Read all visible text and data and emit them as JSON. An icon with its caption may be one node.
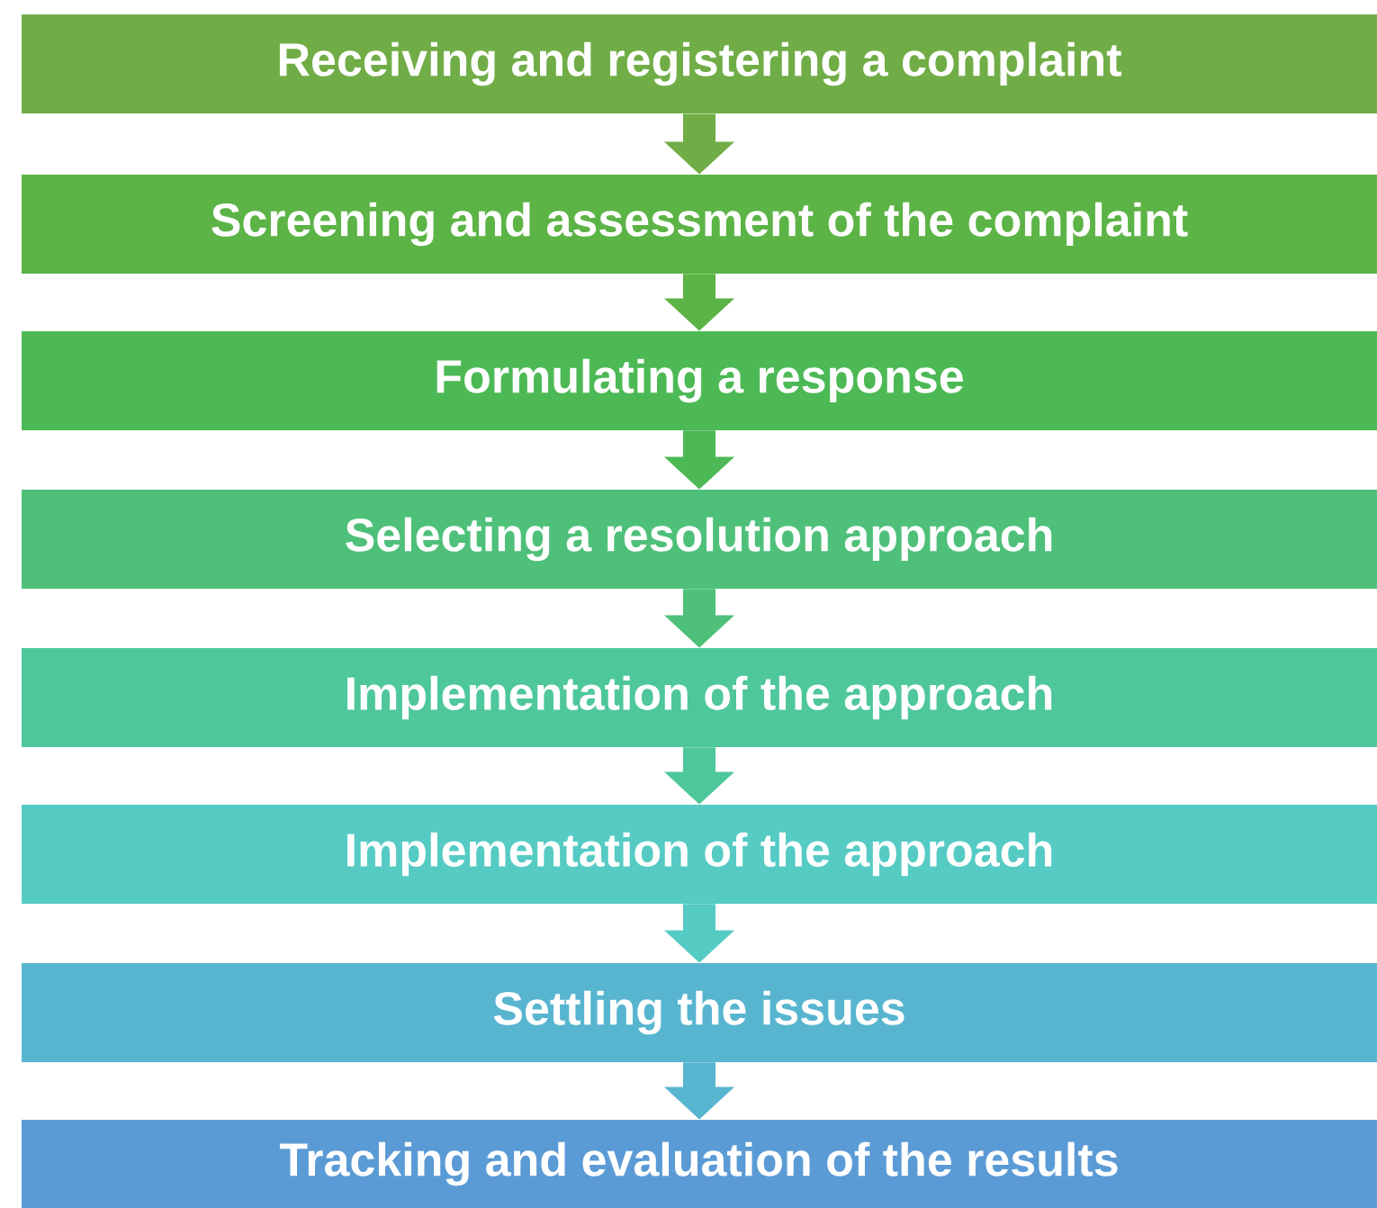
{
  "diagram": {
    "nodes": [
      {
        "text": [
          "Receiving and registering a complaint"
        ]
      },
      {
        "text": [
          "Screening and assessment of  the complaint"
        ]
      },
      {
        "text": [
          "Formulating a response"
        ]
      },
      {
        "text": [
          "Selecting a resolution approach"
        ]
      },
      {
        "text": [
          "Implementation of the approach"
        ]
      },
      {
        "text": [
          "Implementation of the approach"
        ]
      },
      {
        "text": [
          "Settling the issues"
        ]
      },
      {
        "text": [
          "Tracking and evaluation of the results"
        ]
      }
    ],
    "edges": [
      {
        "from": 0,
        "to": 1,
        "arrow": "to",
        "color": "#70ad47"
      },
      {
        "from": 1,
        "to": 2,
        "arrow": "to",
        "color": "#5cb346"
      },
      {
        "from": 2,
        "to": 3,
        "arrow": "to",
        "color": "#4cb955"
      },
      {
        "from": 3,
        "to": 4,
        "arrow": "to",
        "color": "#4fc07a"
      },
      {
        "from": 4,
        "to": 5,
        "arrow": "to",
        "color": "#4ec79b"
      },
      {
        "from": 5,
        "to": 6,
        "arrow": "to",
        "color": "#55cbc4"
      },
      {
        "from": 6,
        "to": 7,
        "arrow": "to",
        "color": "#58b5d0"
      }
    ]
  }
}
